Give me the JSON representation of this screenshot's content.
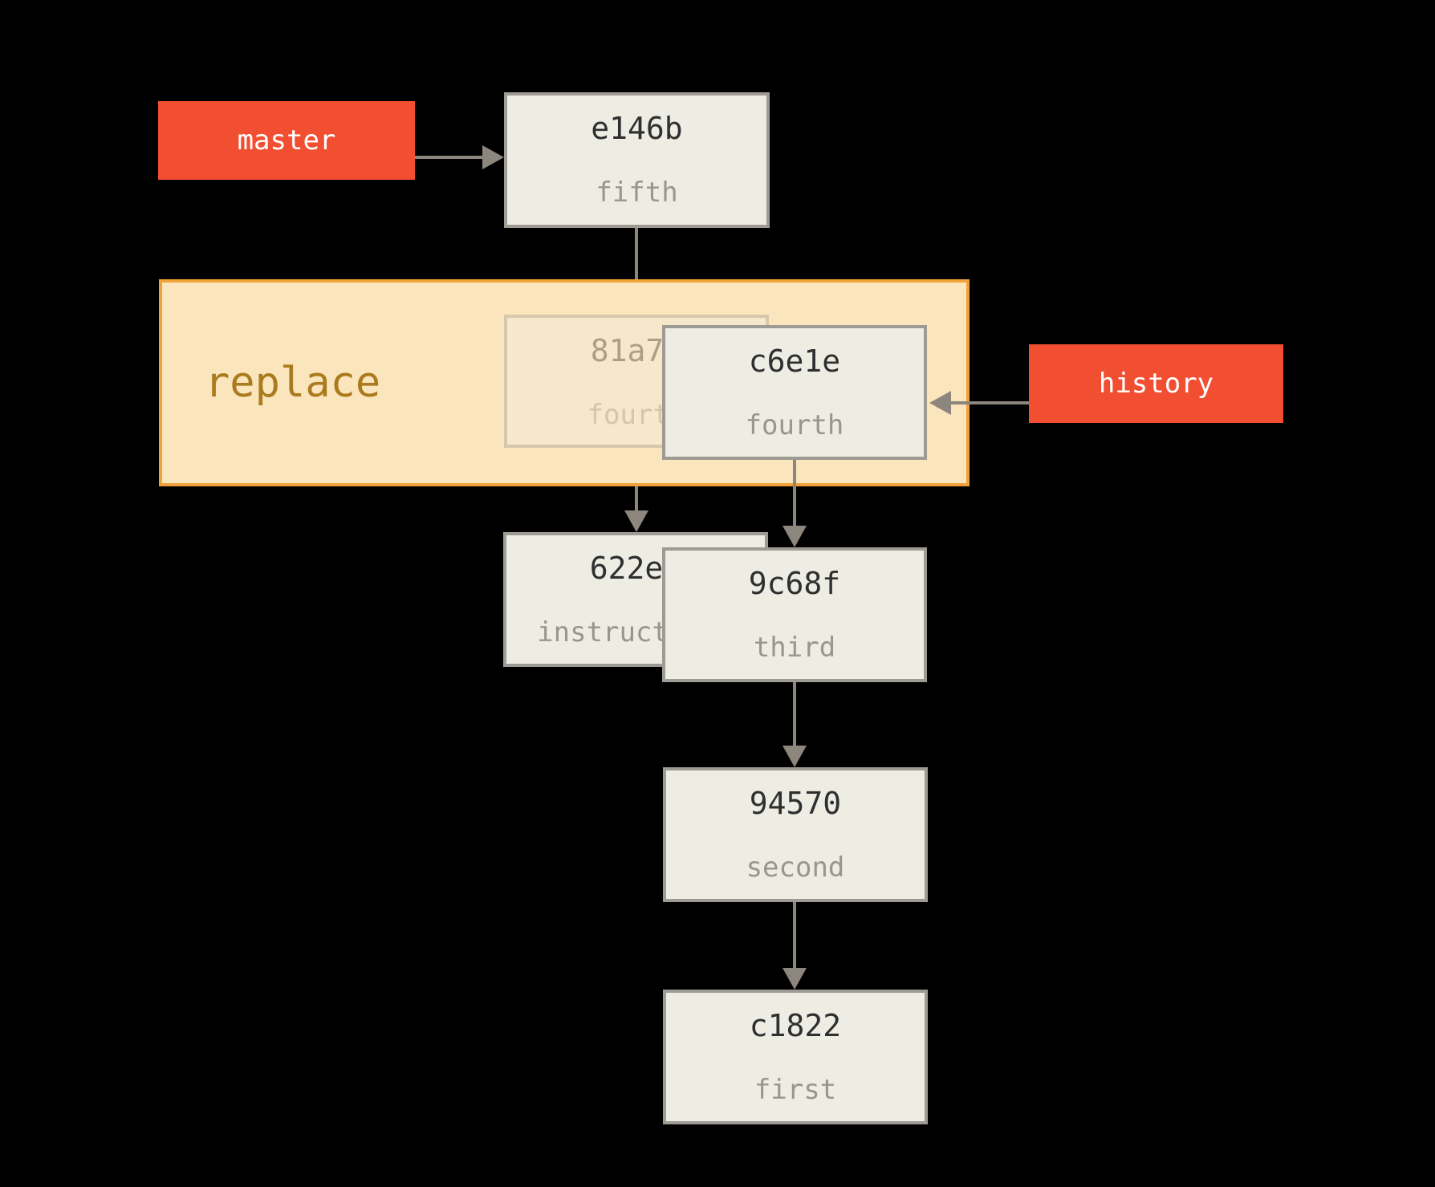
{
  "labels": {
    "master": "master",
    "history": "history",
    "replace": "replace"
  },
  "commits": [
    {
      "hash": "e146b",
      "message": "fifth"
    },
    {
      "hash": "81a70",
      "message": "fourth",
      "faded": true
    },
    {
      "hash": "c6e1e",
      "message": "fourth"
    },
    {
      "hash": "622e8",
      "message": "instructions"
    },
    {
      "hash": "9c68f",
      "message": "third"
    },
    {
      "hash": "94570",
      "message": "second"
    },
    {
      "hash": "c1822",
      "message": "first"
    }
  ],
  "colors": {
    "background": "#000000",
    "branch_label_bg": "#f14e32",
    "branch_label_text": "#ffffff",
    "commit_box_bg": "#eeede4",
    "commit_box_border": "#9d9b94",
    "commit_hash_text": "#2f2f2f",
    "commit_message_text": "#98968e",
    "replace_bg": "#fbe5bd",
    "replace_border": "#f0a13a",
    "replace_text": "#aa7b1e",
    "arrow": "#8c867d"
  }
}
